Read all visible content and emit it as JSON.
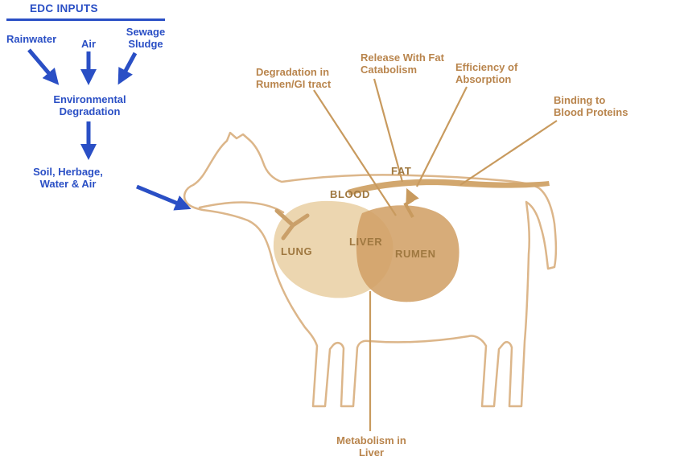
{
  "colors": {
    "blue_accent": "#2a4fc5",
    "tan_text": "#b9854d",
    "organ_text": "#9f7840",
    "body_outline": "#dcb68a",
    "lung_fill": "#ecd6b0",
    "rumen_fill": "#d2a066",
    "fat_band_fill": "#d2a76e"
  },
  "edc_panel": {
    "title": "EDC INPUTS",
    "inputs": [
      {
        "label": "Rainwater"
      },
      {
        "label": "Air"
      },
      {
        "label": "Sewage Sludge"
      }
    ],
    "environmental_degradation": "Environmental Degradation",
    "soil_herbage": "Soil, Herbage, Water & Air"
  },
  "anatomy": {
    "fat": "FAT",
    "blood": "BLOOD",
    "lung": "LUNG",
    "liver": "LIVER",
    "rumen": "RUMEN"
  },
  "processes": {
    "degradation_rumen": "Degradation in Rumen/GI tract",
    "release_fat": "Release With Fat Catabolism",
    "efficiency_absorption": "Efficiency of Absorption",
    "binding_blood": "Binding to Blood Proteins",
    "metabolism_liver": "Metabolism in Liver"
  }
}
